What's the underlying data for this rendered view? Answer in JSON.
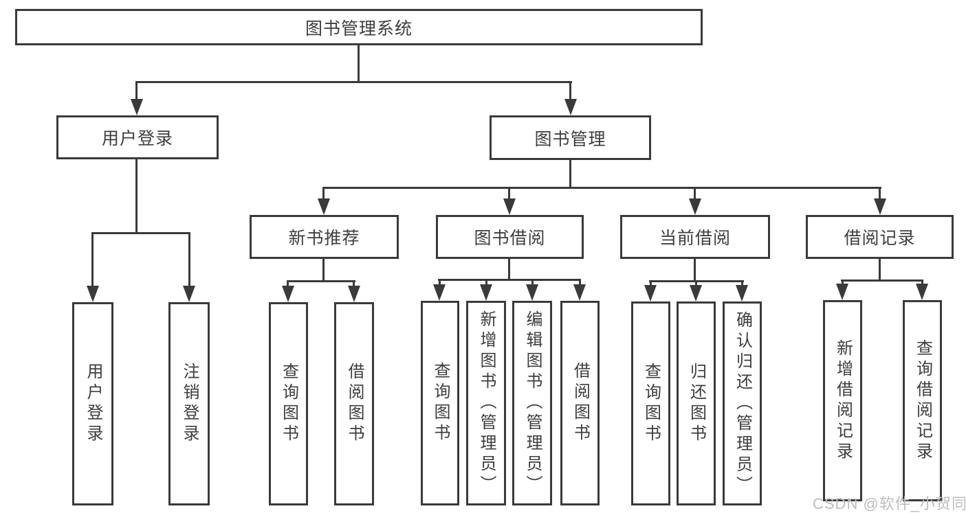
{
  "tree": {
    "root": {
      "label": "图书管理系统"
    },
    "branches": [
      {
        "label": "用户登录",
        "children": [
          {
            "label": "用户登录"
          },
          {
            "label": "注销登录"
          }
        ]
      },
      {
        "label": "图书管理",
        "children": [
          {
            "label": "新书推荐",
            "children": [
              {
                "label": "查询图书"
              },
              {
                "label": "借阅图书"
              }
            ]
          },
          {
            "label": "图书借阅",
            "children": [
              {
                "label": "查询图书"
              },
              {
                "label": "新增图书（管理员）"
              },
              {
                "label": "编辑图书（管理员）"
              },
              {
                "label": "借阅图书"
              }
            ]
          },
          {
            "label": "当前借阅",
            "children": [
              {
                "label": "查询图书"
              },
              {
                "label": "归还图书"
              },
              {
                "label": "确认归还（管理员）"
              }
            ]
          },
          {
            "label": "借阅记录",
            "children": [
              {
                "label": "新增借阅记录"
              },
              {
                "label": "查询借阅记录"
              }
            ]
          }
        ]
      }
    ]
  },
  "watermark": {
    "text": "CSDN @软件_小贺同学"
  },
  "colors": {
    "line": "#3a3a3a",
    "text": "#3d3d3d",
    "watermark": "#bdbdbd",
    "box_background": "#ffffff"
  }
}
